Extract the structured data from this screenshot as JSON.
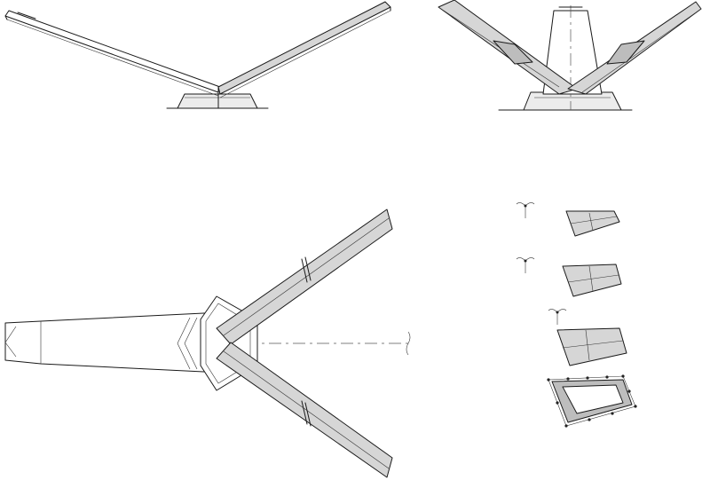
{
  "drawing": {
    "colors": {
      "line": "#1a1a1a",
      "shade_dark": "#bdbdbd",
      "shade_mid": "#d6d6d6",
      "shade_light": "#ececec",
      "background": "#ffffff"
    },
    "views": [
      {
        "name": "front-elevation"
      },
      {
        "name": "side-elevation"
      },
      {
        "name": "plan-view"
      },
      {
        "name": "detail-sections"
      }
    ]
  }
}
